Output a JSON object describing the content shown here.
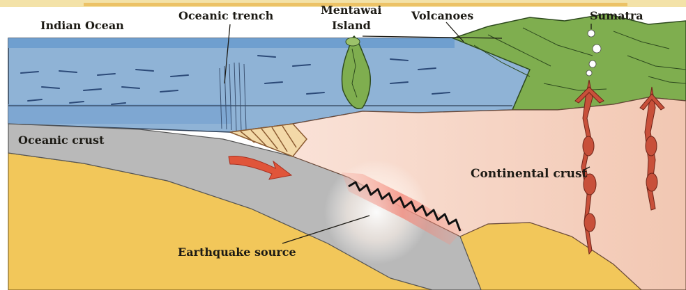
{
  "labels": {
    "indian_ocean": "Indian Ocean",
    "oceanic_trench": "Oceanic trench",
    "mentawai_line1": "Mentawai",
    "mentawai_line2": "Island",
    "volcanoes": "Volcanoes",
    "sumatra": "Sumatra",
    "oceanic_crust": "Oceanic crust",
    "continental_crust": "Continental crust",
    "earthquake_source": "Earthquake source"
  },
  "colors": {
    "ocean": "#8fb3d6",
    "ocean_surface": "#6f9fcf",
    "mantle": "#f2c75a",
    "oceanic_crust": "#b9b9b9",
    "continental_crust": "#f5d5c4",
    "land": "#7fae4f",
    "arrow": "#e0553a",
    "rupture": "#f28c80",
    "magma": "#c8503a"
  }
}
